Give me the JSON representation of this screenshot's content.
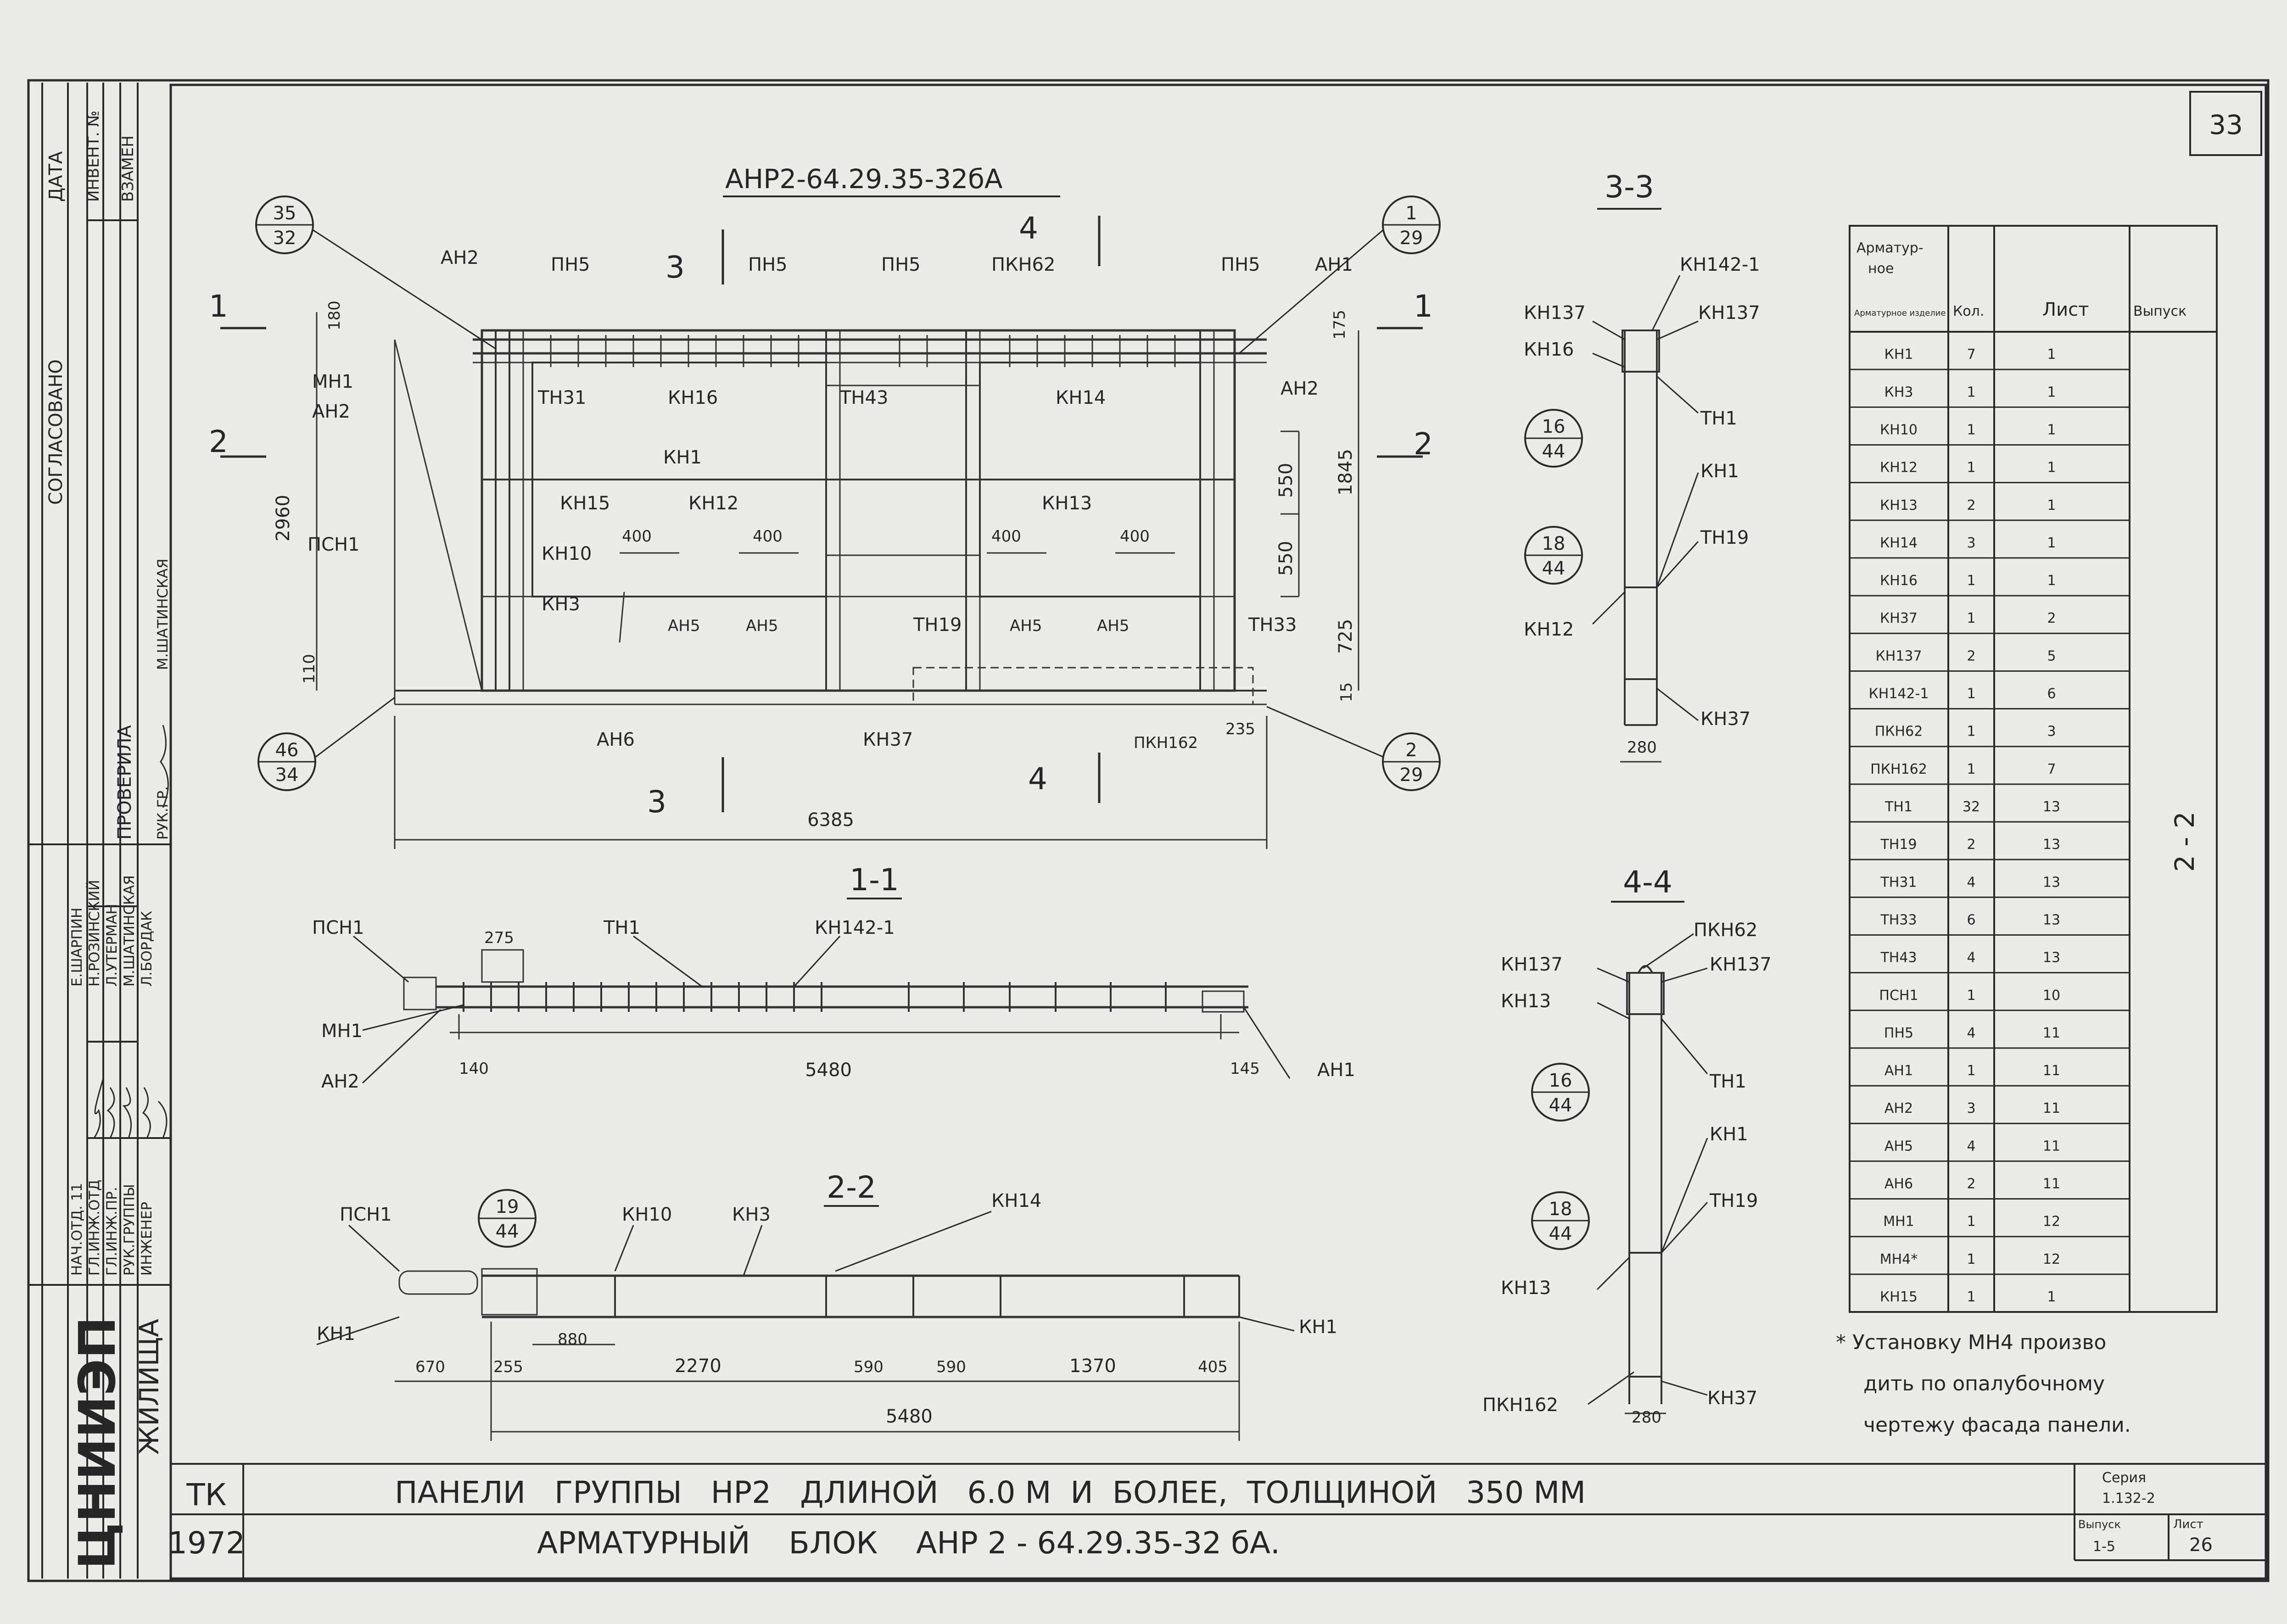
{
  "drawing_mark": "АНР2-64.29.35-32бА",
  "sheet_number": "33",
  "sheet_side_label": "2 - 2",
  "stamp_left": {
    "agreed": "СОГЛАСОВАНО",
    "date": "ДАТА",
    "inv_no": "ИНВЕНТ. №",
    "replace": "ВЗАМЕН",
    "checked": "ПРОВЕРИЛА",
    "checker_name": "М.ШАТИНСКАЯ",
    "roles": [
      "НАЧ.ОТД. 11",
      "ГЛ.ИНЖ.ОТД",
      "ГЛ.ИНЖ.ПР.",
      "РУК.ГРУППЫ",
      "ИНЖЕНЕР",
      "РУК.ГР."
    ],
    "names": [
      "Е.ШАРПИН",
      "Н.РОЗИНСКИЙ",
      "Л.УТЕРМАН",
      "М.ШАТИНСКАЯ",
      "Л.БОРДАК"
    ],
    "housing": "ЖИЛИЩА",
    "institute": "ЦНИИЭП",
    "tk": "ТК",
    "year": "1972"
  },
  "title_block": {
    "line1": "ПАНЕЛИ   ГРУППЫ   НР2   ДЛИНОЙ   6.0 М  И  БОЛЕЕ,  ТОЛЩИНОЙ   350 ММ",
    "line2": "АРМАТУРНЫЙ    БЛОК    АНР 2 - 64.29.35-32 бА.",
    "series_label": "Серия",
    "series": "1.132-2",
    "issue_label": "Выпуск",
    "issue": "1-5",
    "sheet_label": "Лист",
    "sheet": "26"
  },
  "footnote": "* Установку МН4 производить по опалубочному чертежу фасада панели.",
  "spec_table": {
    "headers": [
      "Арматурное изделие",
      "Кол.",
      "Лист",
      "Выпуск"
    ],
    "rows": [
      [
        "КН1",
        "7",
        "1"
      ],
      [
        "КН3",
        "1",
        "1"
      ],
      [
        "КН10",
        "1",
        "1"
      ],
      [
        "КН12",
        "1",
        "1"
      ],
      [
        "КН13",
        "2",
        "1"
      ],
      [
        "КН14",
        "3",
        "1"
      ],
      [
        "КН16",
        "1",
        "1"
      ],
      [
        "КН37",
        "1",
        "2"
      ],
      [
        "КН137",
        "2",
        "5"
      ],
      [
        "КН142-1",
        "1",
        "6"
      ],
      [
        "ПКН62",
        "1",
        "3"
      ],
      [
        "ПКН162",
        "1",
        "7"
      ],
      [
        "ТН1",
        "32",
        "13"
      ],
      [
        "ТН19",
        "2",
        "13"
      ],
      [
        "ТН31",
        "4",
        "13"
      ],
      [
        "ТН33",
        "6",
        "13"
      ],
      [
        "ТН43",
        "4",
        "13"
      ],
      [
        "ПСН1",
        "1",
        "10"
      ],
      [
        "ПН5",
        "4",
        "11"
      ],
      [
        "АН1",
        "1",
        "11"
      ],
      [
        "АН2",
        "3",
        "11"
      ],
      [
        "АН5",
        "4",
        "11"
      ],
      [
        "АН6",
        "2",
        "11"
      ],
      [
        "МН1",
        "1",
        "12"
      ],
      [
        "МН4*",
        "1",
        "12"
      ],
      [
        "КН15",
        "1",
        "1"
      ]
    ]
  },
  "elevation": {
    "callouts": [
      {
        "top": "35",
        "bottom": "32"
      },
      {
        "top": "1",
        "bottom": "29"
      },
      {
        "top": "46",
        "bottom": "34"
      },
      {
        "top": "2",
        "bottom": "29"
      }
    ],
    "labels": [
      "АН2",
      "ПН5",
      "ПН5",
      "ПН5",
      "ПКН62",
      "ПН5",
      "АН1",
      "МН1",
      "АН2",
      "ТН31",
      "КН16",
      "ТН43",
      "КН14",
      "АН2",
      "КН1",
      "ПСН1",
      "КН15",
      "КН12",
      "КН13",
      "КН10",
      "КН3",
      "АН5",
      "АН5",
      "ТН19",
      "АН5",
      "АН5",
      "ТН33",
      "АН6",
      "КН37",
      "ПКН162"
    ],
    "dims": [
      "180",
      "2960",
      "110",
      "6385",
      "400",
      "400",
      "400",
      "400",
      "175",
      "550",
      "550",
      "1845",
      "725",
      "15",
      "235"
    ],
    "cut_marks": [
      "1",
      "1",
      "2",
      "2",
      "3",
      "3",
      "4",
      "4"
    ]
  },
  "section_11": {
    "title": "1-1",
    "labels": [
      "ПСН1",
      "ТН1",
      "КН142-1",
      "МН1",
      "АН2",
      "АН1"
    ],
    "dims": [
      "275",
      "140",
      "5480",
      "145"
    ]
  },
  "section_22": {
    "title": "2-2",
    "callout": {
      "top": "19",
      "bottom": "44"
    },
    "labels": [
      "ПСН1",
      "КН10",
      "КН3",
      "КН14",
      "КН1",
      "КН1"
    ],
    "dims": [
      "880",
      "670",
      "255",
      "2270",
      "590",
      "590",
      "1370",
      "405",
      "5480"
    ]
  },
  "section_33": {
    "title": "3-3",
    "labels": [
      "КН142-1",
      "КН137",
      "КН137",
      "КН16",
      "ТН1",
      "КН1",
      "ТН19",
      "КН12",
      "КН37"
    ],
    "callouts": [
      {
        "top": "16",
        "bottom": "44"
      },
      {
        "top": "18",
        "bottom": "44"
      }
    ],
    "dims": [
      "280"
    ]
  },
  "section_44": {
    "title": "4-4",
    "labels": [
      "ПКН62",
      "КН137",
      "КН137",
      "КН13",
      "ТН1",
      "КН1",
      "ТН19",
      "КН13",
      "ПКН162",
      "КН37"
    ],
    "callouts": [
      {
        "top": "16",
        "bottom": "44"
      },
      {
        "top": "18",
        "bottom": "44"
      }
    ],
    "dims": [
      "280"
    ]
  }
}
